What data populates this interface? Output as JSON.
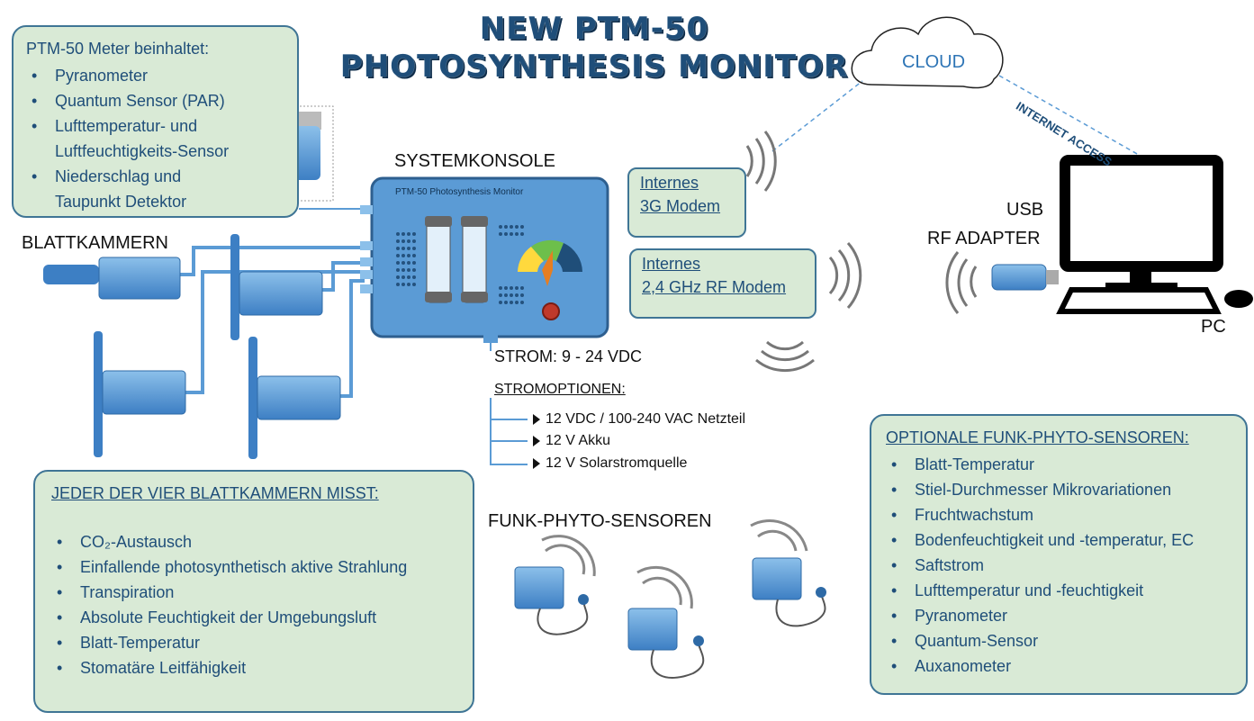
{
  "title": {
    "line1": "NEW PTM-50",
    "line2": "PHOTOSYNTHESIS MONITOR"
  },
  "meter_box": {
    "title": "PTM-50 Meter beinhaltet:",
    "items": [
      "Pyranometer",
      "Quantum Sensor (PAR)",
      "Lufttemperatur- und",
      "Luftfeuchtigkeits-Sensor",
      "Niederschlag und",
      "Taupunkt Detektor"
    ]
  },
  "labels": {
    "systemkonsole": "SYSTEMKONSOLE",
    "blattkammern": "BLATTKAMMERN",
    "console_text": "PTM-50 Photosynthesis Monitor",
    "cloud": "CLOUD",
    "internet": "INTERNET ACCESS",
    "usb": "USB",
    "rf_adapter": "RF ADAPTER",
    "pc": "PC",
    "funk_phyto": "FUNK-PHYTO-SENSOREN"
  },
  "callouts": {
    "modem3g": {
      "line1": "Internes",
      "line2": "3G Modem"
    },
    "modemrf": {
      "line1": "Internes",
      "line2": "2,4 GHz RF Modem"
    }
  },
  "power": {
    "strom": "STROM:  9 - 24 VDC",
    "optionen": "STROMOPTIONEN:",
    "options": [
      "12 VDC / 100-240 VAC Netzteil",
      "12 V Akku",
      "12 V Solarstromquelle"
    ]
  },
  "chamber_box": {
    "title": "JEDER DER VIER BLATTKAMMERN MISST:",
    "items": [
      "CO₂-Austausch",
      "Einfallende photosynthetisch  aktive  Strahlung",
      "Transpiration",
      "Absolute Feuchtigkeit der Umgebungsluft",
      "Blatt-Temperatur",
      "Stomatäre Leitfähigkeit"
    ]
  },
  "optional_box": {
    "title": "OPTIONALE FUNK-PHYTO-SENSOREN:",
    "items": [
      "Blatt-Temperatur",
      "Stiel-Durchmesser  Mikrovariationen",
      "Fruchtwachstum",
      "Bodenfeuchtigkeit und -temperatur, EC",
      "Saftstrom",
      "Lufttemperatur und -feuchtigkeit",
      "Pyranometer",
      "Quantum-Sensor",
      "Auxanometer"
    ]
  },
  "colors": {
    "panel_bg": "#d9ead6",
    "panel_border": "#3f7595",
    "text_blue": "#1f4e79",
    "device_blue": "#5b9bd5"
  }
}
